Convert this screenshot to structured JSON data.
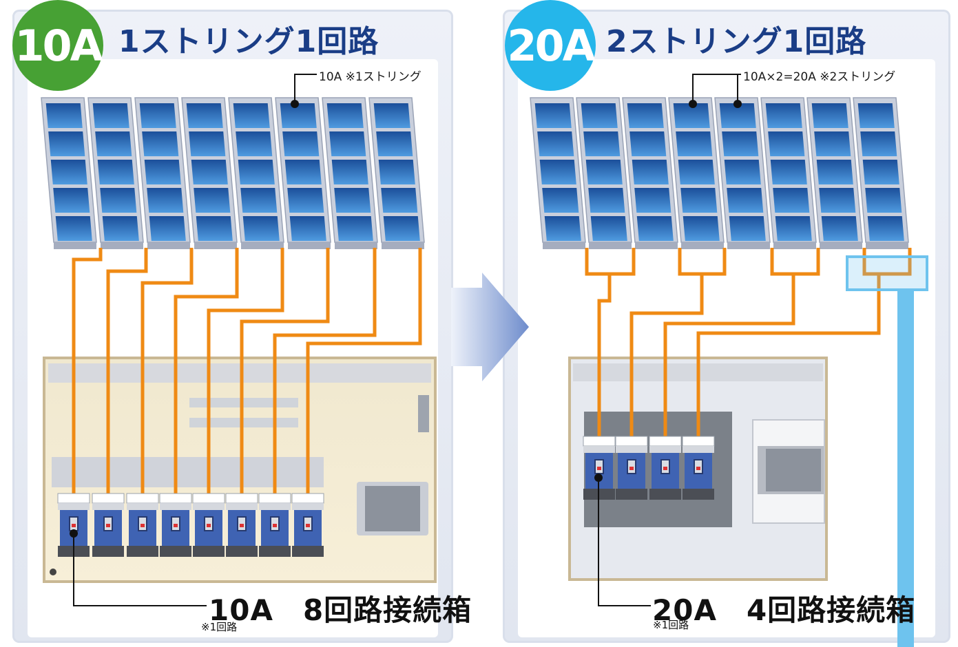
{
  "left": {
    "badge": "10A",
    "title": "1ストリング1回路",
    "callout": "10A ※1ストリング",
    "box_label": "10A　8回路接続箱",
    "box_note": "※1回路"
  },
  "right": {
    "badge": "20A",
    "title": "2ストリング1回路",
    "callout": "10A×2=20A ※2ストリング",
    "box_label": "20A　4回路接続箱",
    "box_note": "※1回路"
  },
  "colors": {
    "wire": "#ef8a14",
    "panel_blue": "#1c5fa8",
    "badge_green": "#47a134",
    "badge_cyan": "#25b6ea",
    "title_navy": "#1a3d86",
    "highlight": "#6ec3ee"
  },
  "icons": {
    "arrow": "right-arrow-icon",
    "dot": "callout-dot-icon"
  }
}
